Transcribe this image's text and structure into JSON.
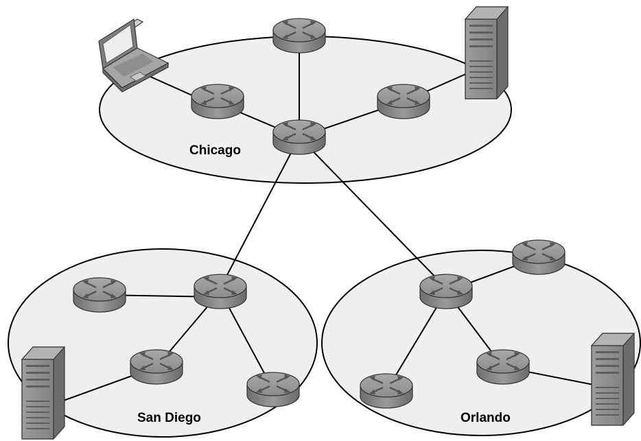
{
  "regions": [
    {
      "id": "chicago",
      "label": "Chicago"
    },
    {
      "id": "san-diego",
      "label": "San Diego"
    },
    {
      "id": "orlando",
      "label": "Orlando"
    }
  ],
  "devices": [
    {
      "id": "chi-top",
      "type": "router",
      "region": "chicago"
    },
    {
      "id": "chi-left",
      "type": "router",
      "region": "chicago"
    },
    {
      "id": "chi-right",
      "type": "router",
      "region": "chicago"
    },
    {
      "id": "chi-hub",
      "type": "router",
      "region": "chicago"
    },
    {
      "id": "chi-laptop",
      "type": "laptop",
      "region": "chicago"
    },
    {
      "id": "chi-server",
      "type": "server",
      "region": "chicago"
    },
    {
      "id": "sd-left",
      "type": "router",
      "region": "san-diego"
    },
    {
      "id": "sd-hub",
      "type": "router",
      "region": "san-diego"
    },
    {
      "id": "sd-mid",
      "type": "router",
      "region": "san-diego"
    },
    {
      "id": "sd-right",
      "type": "router",
      "region": "san-diego"
    },
    {
      "id": "sd-server",
      "type": "server",
      "region": "san-diego"
    },
    {
      "id": "orl-hub",
      "type": "router",
      "region": "orlando"
    },
    {
      "id": "orl-top",
      "type": "router",
      "region": "orlando"
    },
    {
      "id": "orl-mid",
      "type": "router",
      "region": "orlando"
    },
    {
      "id": "orl-bottom",
      "type": "router",
      "region": "orlando"
    },
    {
      "id": "orl-server",
      "type": "server",
      "region": "orlando"
    }
  ],
  "links": [
    [
      "chi-laptop",
      "chi-left"
    ],
    [
      "chi-left",
      "chi-hub"
    ],
    [
      "chi-top",
      "chi-hub"
    ],
    [
      "chi-hub",
      "chi-right"
    ],
    [
      "chi-right",
      "chi-server"
    ],
    [
      "chi-hub",
      "sd-hub"
    ],
    [
      "chi-hub",
      "orl-hub"
    ],
    [
      "sd-left",
      "sd-hub"
    ],
    [
      "sd-hub",
      "sd-mid"
    ],
    [
      "sd-hub",
      "sd-right"
    ],
    [
      "sd-mid",
      "sd-server"
    ],
    [
      "orl-hub",
      "orl-top"
    ],
    [
      "orl-hub",
      "orl-bottom"
    ],
    [
      "orl-hub",
      "orl-mid"
    ],
    [
      "orl-mid",
      "orl-server"
    ]
  ],
  "icons": {
    "router": "router-icon",
    "laptop": "laptop-icon",
    "server": "server-icon"
  },
  "colors": {
    "region_fill": "#efefef",
    "device_gray": "#8a8a8a"
  }
}
